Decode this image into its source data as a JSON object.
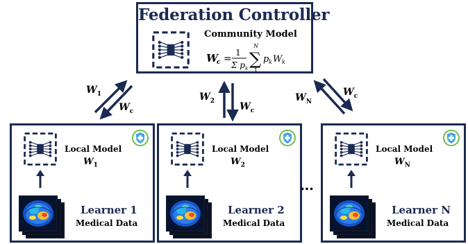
{
  "controller": {
    "title": "Federation Controller",
    "community_label": "Community Model",
    "formula": {
      "lhs": "W",
      "lhs_sub": "c",
      "eq": "=",
      "numerator": "1",
      "denominator": "Σ p",
      "denominator_sub": "k",
      "sum_upper": "N",
      "sum_lower": "1",
      "term_p": "p",
      "term_p_sub": "k",
      "term_w": "W",
      "term_w_sub": "k"
    }
  },
  "arrows": [
    {
      "up": "W",
      "up_sub": "1",
      "down": "W",
      "down_sub": "c"
    },
    {
      "up": "W",
      "up_sub": "2",
      "down": "W",
      "down_sub": "c"
    },
    {
      "up": "W",
      "up_sub": "N",
      "down": "W",
      "down_sub": "c"
    }
  ],
  "learners": [
    {
      "local_label": "Local Model",
      "weight": "W",
      "weight_sub": "1",
      "name": "Learner 1",
      "data_label": "Medical Data"
    },
    {
      "local_label": "Local Model",
      "weight": "W",
      "weight_sub": "2",
      "name": "Learner 2",
      "data_label": "Medical Data"
    },
    {
      "local_label": "Local Model",
      "weight": "W",
      "weight_sub": "N",
      "name": "Learner N",
      "data_label": "Medical Data"
    }
  ],
  "ellipsis": "…",
  "icons": {
    "model": "neural-network-icon",
    "hospital": "hospital-shield-icon",
    "scan": "brain-scan-image"
  },
  "colors": {
    "navy": "#1b2a52",
    "hospital_green": "#6cc04a",
    "hospital_blue": "#4aa3df"
  }
}
